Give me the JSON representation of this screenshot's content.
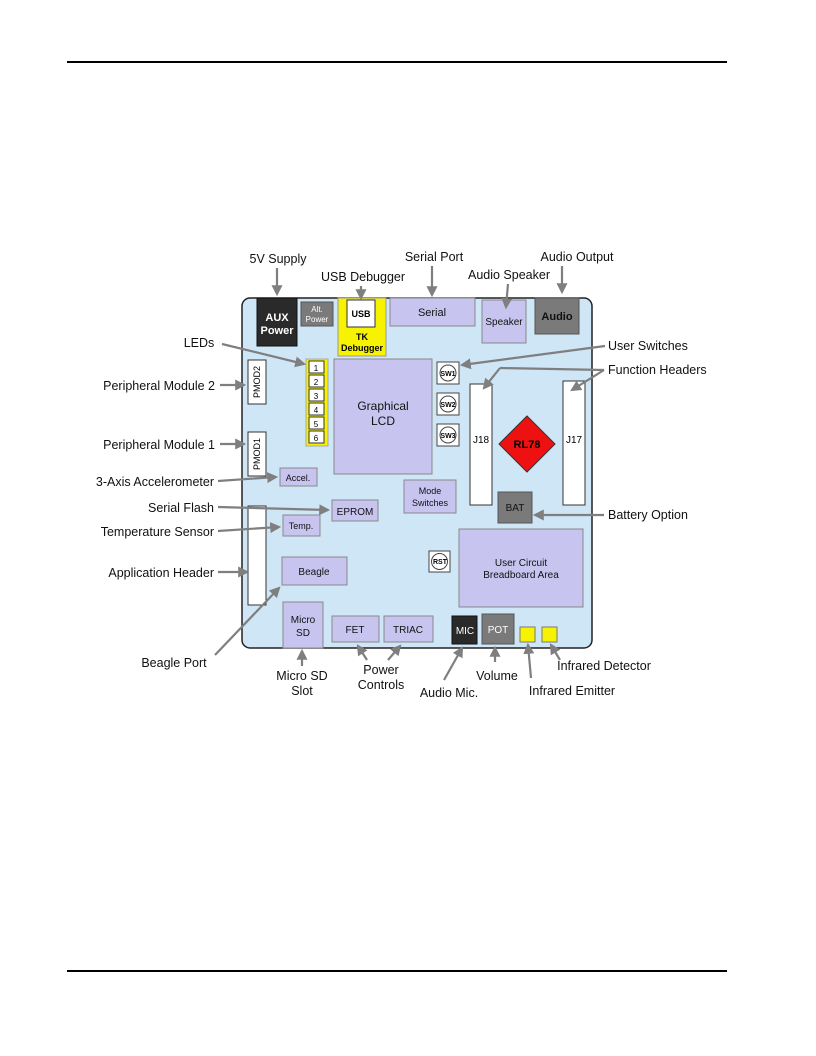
{
  "board": {
    "aux_power": [
      "AUX",
      "Power"
    ],
    "alt_power": [
      "Alt.",
      "Power"
    ],
    "usb": "USB",
    "tk_debugger": [
      "TK",
      "Debugger"
    ],
    "serial": "Serial",
    "speaker": "Speaker",
    "audio": "Audio",
    "leds": [
      "1",
      "2",
      "3",
      "4",
      "5",
      "6"
    ],
    "pmod2": "PMOD2",
    "pmod1": "PMOD1",
    "graphical_lcd": [
      "Graphical",
      "LCD"
    ],
    "sw1": "SW1",
    "sw2": "SW2",
    "sw3": "SW3",
    "j18": "J18",
    "j17": "J17",
    "rl78": "RL78",
    "accel": "Accel.",
    "mode_switches": [
      "Mode",
      "Switches"
    ],
    "eprom": "EPROM",
    "bat": "BAT",
    "temp": "Temp.",
    "rst": "RST",
    "breadboard": [
      "User Circuit",
      "Breadboard Area"
    ],
    "beagle": "Beagle",
    "micro_sd": [
      "Micro",
      "SD"
    ],
    "fet": "FET",
    "triac": "TRIAC",
    "mic": "MIC",
    "pot": "POT"
  },
  "callouts": {
    "supply_5v": "5V Supply",
    "usb_debugger": "USB Debugger",
    "serial_port": "Serial Port",
    "audio_speaker": "Audio Speaker",
    "audio_output": "Audio Output",
    "leds": "LEDs",
    "user_switches": "User Switches",
    "function_headers": "Function Headers",
    "peripheral_module_2": "Peripheral Module 2",
    "peripheral_module_1": "Peripheral Module 1",
    "accelerometer": "3-Axis Accelerometer",
    "serial_flash": "Serial Flash",
    "battery_option": "Battery Option",
    "temperature_sensor": "Temperature Sensor",
    "application_header": "Application Header",
    "beagle_port": "Beagle Port",
    "micro_sd_slot": [
      "Micro SD",
      "Slot"
    ],
    "power_controls": [
      "Power",
      "Controls"
    ],
    "audio_mic": "Audio Mic.",
    "volume": "Volume",
    "infrared_emitter": "Infrared Emitter",
    "infrared_detector": "Infrared Detector"
  },
  "colors": {
    "board": "#cfe6f7",
    "component": "#c8c4f0",
    "usb_yellow": "#f7f300",
    "dark_block": "#2a2a2a",
    "gray_block": "#7a7a7a",
    "rl78_red": "#ee1111",
    "arrow": "#7f7f7f"
  }
}
